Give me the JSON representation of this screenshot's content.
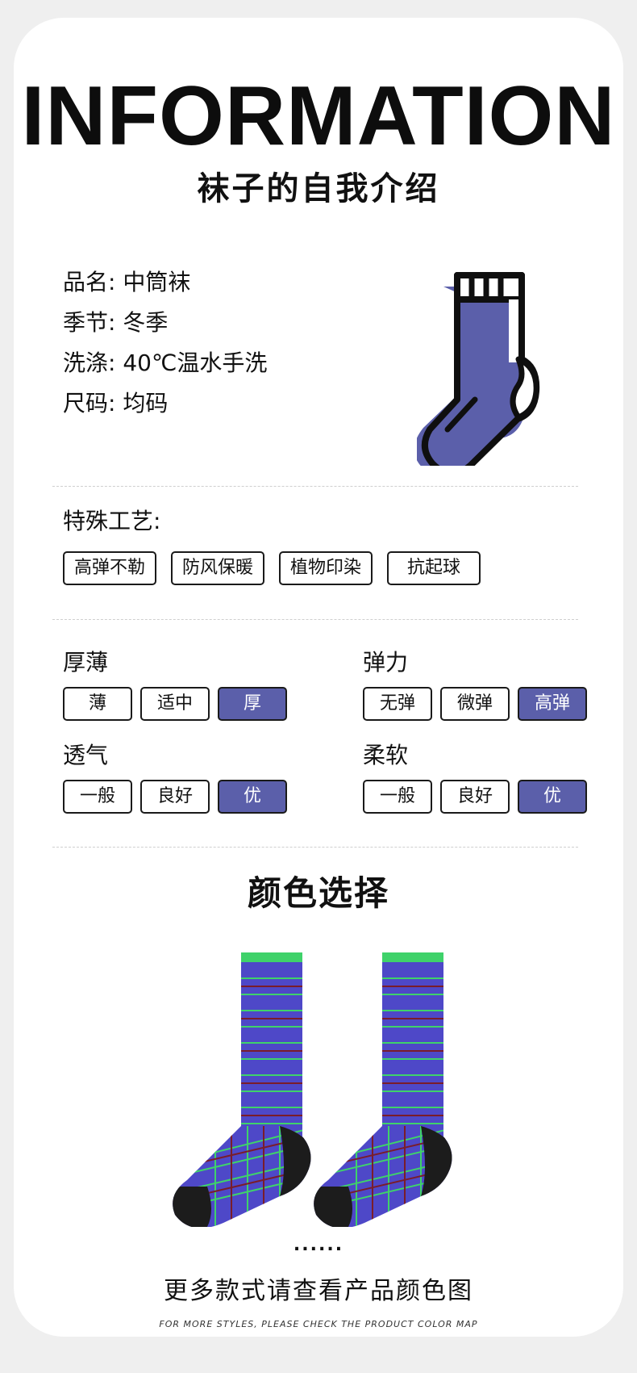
{
  "header": {
    "title": "INFORMATION",
    "subtitle": "袜子的自我介绍"
  },
  "info": [
    {
      "label": "品名",
      "value": "中筒袜"
    },
    {
      "label": "季节",
      "value": "冬季"
    },
    {
      "label": "洗涤",
      "value": "40℃温水手洗"
    },
    {
      "label": "尺码",
      "value": "均码"
    }
  ],
  "craft": {
    "label": "特殊工艺:",
    "tags": [
      "高弹不勒",
      "防风保暖",
      "植物印染",
      "抗起球"
    ]
  },
  "ratings": {
    "thickness": {
      "label": "厚薄",
      "options": [
        "薄",
        "适中",
        "厚"
      ],
      "selected": "厚"
    },
    "elasticity": {
      "label": "弹力",
      "options": [
        "无弹",
        "微弹",
        "高弹"
      ],
      "selected": "高弹"
    },
    "breathability": {
      "label": "透气",
      "options": [
        "一般",
        "良好",
        "优"
      ],
      "selected": "优"
    },
    "softness": {
      "label": "柔软",
      "options": [
        "一般",
        "良好",
        "优"
      ],
      "selected": "优"
    }
  },
  "colors": {
    "title": "颜色选择"
  },
  "footer": {
    "dots": "......",
    "more_cn": "更多款式请查看产品颜色图",
    "more_en": "FOR MORE STYLES, PLEASE CHECK THE PRODUCT COLOR MAP"
  },
  "palette": {
    "accent": "#5b5faa",
    "sock_body": "#4e48c8",
    "sock_stripe_green": "#3fd26a",
    "sock_stripe_red": "#7a1d2a",
    "sock_heel_toe": "#1c1c1c"
  },
  "icons": {
    "sock_illustration": "sock-icon"
  }
}
